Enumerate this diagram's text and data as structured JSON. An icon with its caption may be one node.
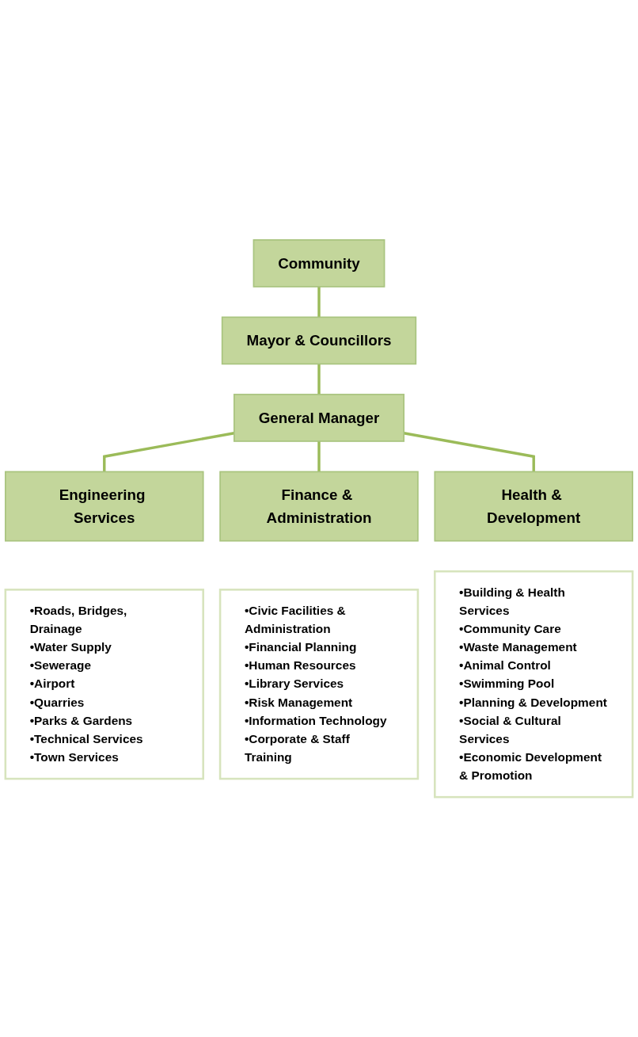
{
  "diagram": {
    "nodes": [
      {
        "text": [
          "Community"
        ]
      },
      {
        "text": [
          "Mayor & Councillors"
        ]
      },
      {
        "text": [
          "General Manager"
        ]
      },
      {
        "text": [
          "Engineering Services"
        ]
      },
      {
        "text": [
          "Finance & Administration"
        ]
      },
      {
        "text": [
          "Health & Development"
        ]
      },
      {
        "text": [
          "•Roads, Bridges, Drainage",
          "•Water Supply",
          "•Sewerage",
          "•Airport",
          "•Quarries",
          "•Parks & Gardens",
          "•Technical Services",
          "•Town Services"
        ]
      },
      {
        "text": [
          "•Civic Facilities & Administration",
          "•Financial Planning",
          "•Human Resources",
          "•Library Services",
          "•Risk Management",
          "•Information Technology",
          "•Corporate & Staff Training"
        ]
      },
      {
        "text": [
          "•Building & Health Services",
          "•Community Care",
          "•Waste Management",
          "•Animal Control",
          "•Swimming Pool",
          "•Planning & Development",
          "•Social & Cultural Services",
          "•Economic Development & Promotion"
        ]
      }
    ],
    "edges": [
      {
        "from": 0,
        "to": 1,
        "arrow": "none"
      },
      {
        "from": 1,
        "to": 2,
        "arrow": "none"
      },
      {
        "from": 2,
        "to": 3,
        "arrow": "none"
      },
      {
        "from": 2,
        "to": 4,
        "arrow": "none"
      },
      {
        "from": 2,
        "to": 5,
        "arrow": "none"
      }
    ]
  }
}
